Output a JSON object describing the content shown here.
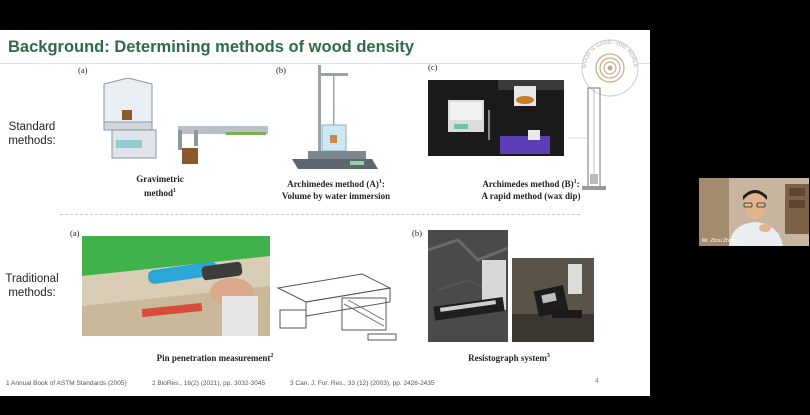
{
  "slide": {
    "title": "Background: Determining methods of wood density",
    "page_number": "4",
    "row_labels": {
      "standard": [
        "Standard",
        "methods:"
      ],
      "traditional": [
        "Traditional",
        "methods:"
      ]
    },
    "panels": {
      "gravimetric": {
        "letter": "(a)",
        "caption_lines": [
          "Gravimetric",
          "method"
        ],
        "sup": "1"
      },
      "archimedes_a": {
        "letter": "(b)",
        "caption_line1": "Archimedes method (A)",
        "caption_line1_sup": "1",
        "caption_line1_tail": ":",
        "caption_line2": "Volume by water immersion"
      },
      "archimedes_b": {
        "letter": "(c)",
        "caption_line1": "Archimedes method (B)",
        "caption_line1_sup": "1",
        "caption_line1_tail": ":",
        "caption_line2": "A rapid method (wax dip)"
      },
      "pin": {
        "letter": "(a)",
        "caption": "Pin penetration measurement",
        "sup": "2"
      },
      "resistograph": {
        "letter": "(b)",
        "caption": "Resistograph system",
        "sup": "3"
      }
    },
    "references": [
      "1 Annual Book of ASTM Standards (2005)",
      "2 BioRes., 16(2) (2021), pp. 3032-3045",
      "3 Can. J. For. Res., 33 (12) (2003), pp. 2426-2435"
    ],
    "logo_text": "WOOD IS GOOD · ONE WORLD ONE WOOD"
  },
  "webcam": {
    "participant_name": "Mr. Zhou Zhang"
  },
  "colors": {
    "title": "#2f6b47",
    "background": "#000000",
    "slide": "#ffffff"
  }
}
